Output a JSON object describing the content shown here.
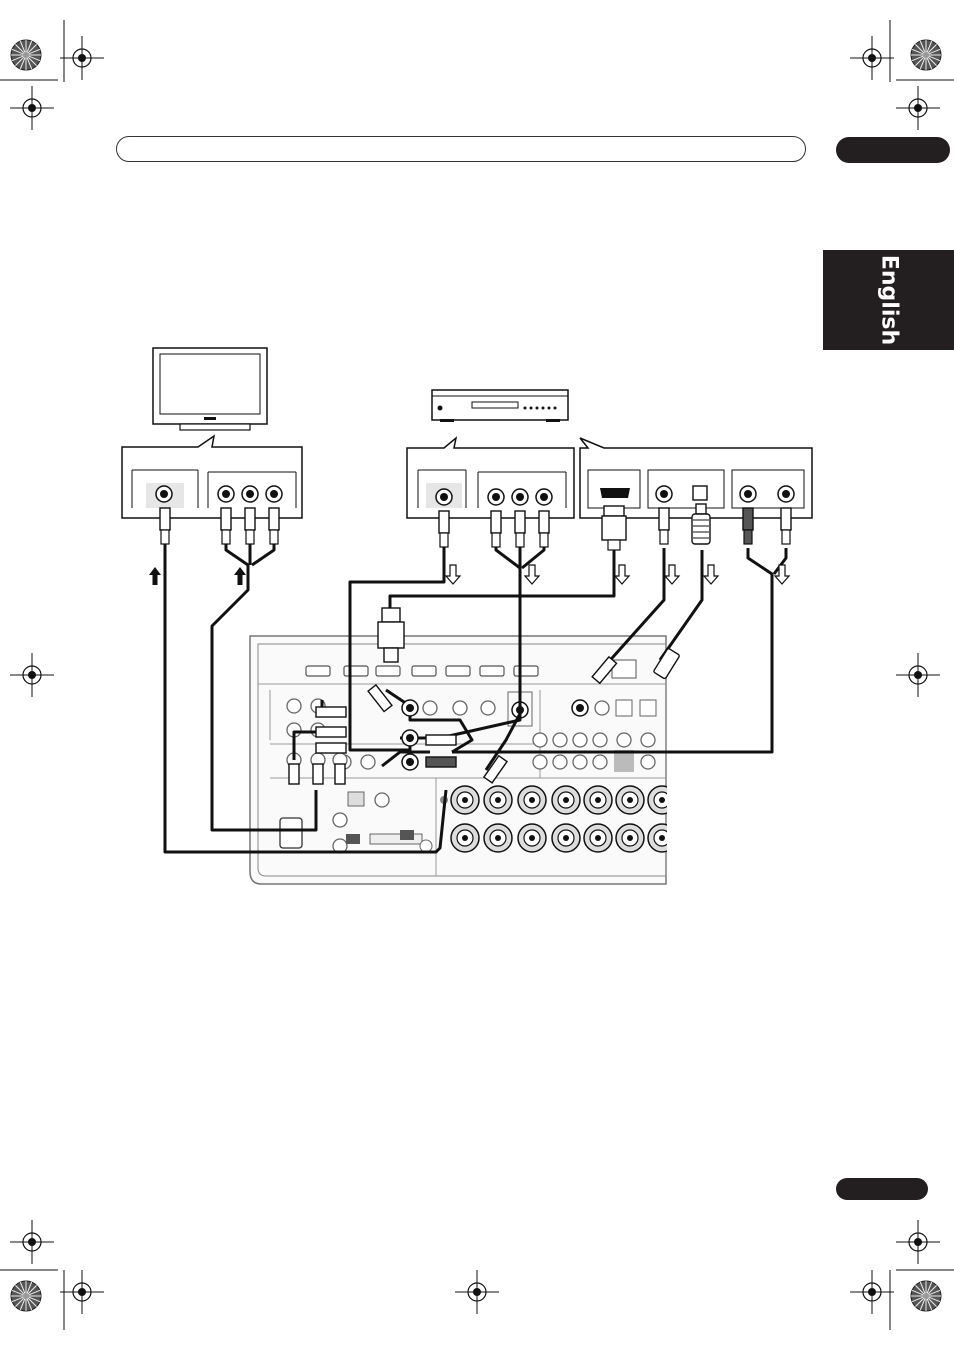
{
  "page": {
    "language_tab": "English"
  },
  "colors": {
    "ink": "#231f20",
    "cable_gray": "#8a8a8a",
    "panel_fill": "#f4f4f4",
    "red_plug": "#c8c8c8"
  },
  "icons": {
    "registration_mark": "crosshair-circle",
    "color_wheel": "starburst-circle",
    "signal_arrow_in": "up-arrow",
    "signal_arrow_out": "down-arrow"
  }
}
